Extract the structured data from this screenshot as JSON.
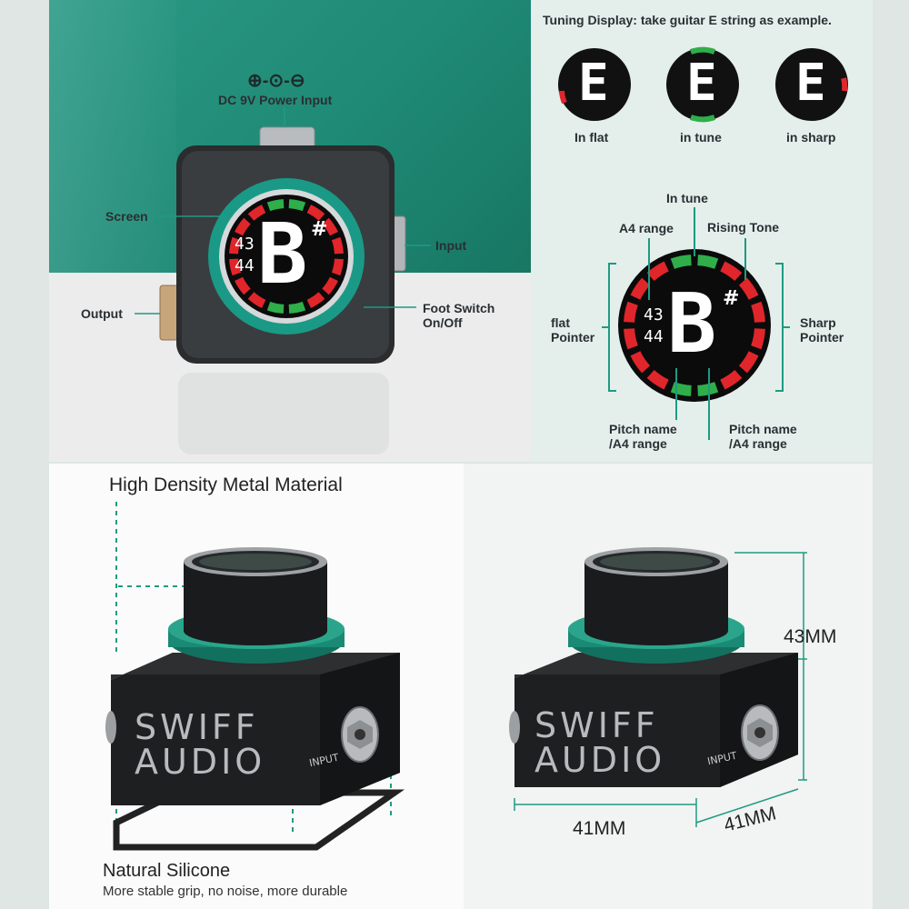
{
  "colors": {
    "teal": "#1f8a76",
    "accent_line": "#1f9a82",
    "red": "#e0262b",
    "green": "#2fae4a",
    "body": "#2a2c2e"
  },
  "panel_top_left": {
    "power_icons": "⊕-⊙-⊖",
    "power_label": "DC 9V Power Input",
    "screen_label": "Screen",
    "input_label": "Input",
    "output_label": "Output",
    "foot_switch_label": "Foot Switch On/Off",
    "display_note": "B",
    "display_sharp": "#",
    "display_a4_top": "43",
    "display_a4_bottom": "44"
  },
  "panel_top_right": {
    "title": "Tuning Display: take guitar E string as example.",
    "examples": [
      {
        "letter": "E",
        "caption": "In flat"
      },
      {
        "letter": "E",
        "caption": "in tune"
      },
      {
        "letter": "E",
        "caption": "in sharp"
      }
    ],
    "diagram": {
      "in_tune": "In tune",
      "a4_range": "A4 range",
      "rising_tone": "Rising Tone",
      "flat_pointer_1": "flat",
      "flat_pointer_2": "Pointer",
      "sharp_pointer_1": "Sharp",
      "sharp_pointer_2": "Pointer",
      "pitch_left_1": "Pitch name",
      "pitch_left_2": "/A4 range",
      "pitch_right_1": "Pitch name",
      "pitch_right_2": "/A4 range",
      "note": "B",
      "sharp": "#",
      "a4_top": "43",
      "a4_bottom": "44"
    }
  },
  "panel_bottom_left": {
    "heading": "High Density Metal Material",
    "brand_line1": "SWIFF",
    "brand_line2": "AUDIO",
    "jack_label": "INPUT",
    "footer_title": "Natural Silicone",
    "footer_sub": "More stable grip, no noise, more durable"
  },
  "panel_bottom_right": {
    "height": "43MM",
    "width": "41MM",
    "depth": "41MM",
    "brand_line1": "SWIFF",
    "brand_line2": "AUDIO",
    "jack_label": "INPUT"
  }
}
